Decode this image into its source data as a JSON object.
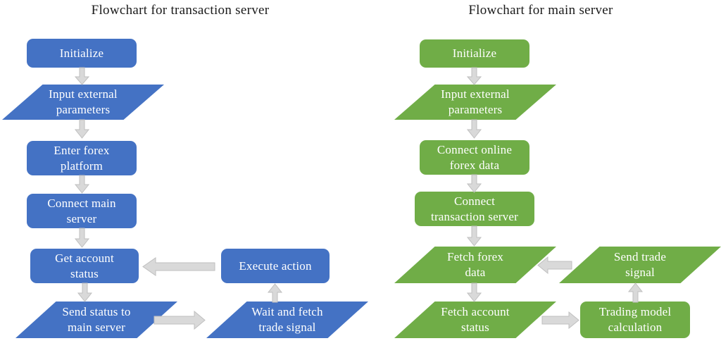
{
  "figure": {
    "background_color": "#ffffff",
    "titles": {
      "left": "Flowchart for transaction server",
      "right": "Flowchart for main server"
    },
    "colors": {
      "transaction_server_fill": "#4472C4",
      "main_server_fill": "#70AD47",
      "node_text": "#ffffff",
      "arrow_fill": "#D9D9D9",
      "arrow_stroke": "#BFBFBF",
      "title_text": "#1a1a1a"
    }
  },
  "left_flowchart": {
    "title": "Flowchart for transaction server",
    "accent": "#4472C4",
    "nodes": [
      {
        "id": "l1",
        "label": "Initialize",
        "shape": "rounded-rect"
      },
      {
        "id": "l2",
        "label": "Input external\nparameters",
        "shape": "parallelogram"
      },
      {
        "id": "l3",
        "label": "Enter forex\nplatform",
        "shape": "rounded-rect"
      },
      {
        "id": "l4",
        "label": "Connect main\nserver",
        "shape": "rounded-rect"
      },
      {
        "id": "l5",
        "label": "Get account\nstatus",
        "shape": "rounded-rect"
      },
      {
        "id": "l6",
        "label": "Send status to\nmain server",
        "shape": "parallelogram"
      },
      {
        "id": "l7",
        "label": "Execute action",
        "shape": "rounded-rect"
      },
      {
        "id": "l8",
        "label": "Wait and fetch\ntrade signal",
        "shape": "parallelogram"
      }
    ],
    "edges": [
      {
        "from": "l1",
        "to": "l2",
        "direction": "down"
      },
      {
        "from": "l2",
        "to": "l3",
        "direction": "down"
      },
      {
        "from": "l3",
        "to": "l4",
        "direction": "down"
      },
      {
        "from": "l4",
        "to": "l5",
        "direction": "down"
      },
      {
        "from": "l5",
        "to": "l6",
        "direction": "down"
      },
      {
        "from": "l6",
        "to": "l8",
        "direction": "right"
      },
      {
        "from": "l8",
        "to": "l7",
        "direction": "up"
      },
      {
        "from": "l7",
        "to": "l5",
        "direction": "left"
      }
    ]
  },
  "right_flowchart": {
    "title": "Flowchart for main server",
    "accent": "#70AD47",
    "nodes": [
      {
        "id": "r1",
        "label": "Initialize",
        "shape": "rounded-rect"
      },
      {
        "id": "r2",
        "label": "Input external\nparameters",
        "shape": "parallelogram"
      },
      {
        "id": "r3",
        "label": "Connect online\nforex data",
        "shape": "rounded-rect"
      },
      {
        "id": "r4",
        "label": "Connect\ntransaction server",
        "shape": "rounded-rect"
      },
      {
        "id": "r5",
        "label": "Fetch forex\ndata",
        "shape": "parallelogram"
      },
      {
        "id": "r6",
        "label": "Fetch account\nstatus",
        "shape": "parallelogram"
      },
      {
        "id": "r7",
        "label": "Send trade\nsignal",
        "shape": "parallelogram"
      },
      {
        "id": "r8",
        "label": "Trading model\ncalculation",
        "shape": "rounded-rect"
      }
    ],
    "edges": [
      {
        "from": "r1",
        "to": "r2",
        "direction": "down"
      },
      {
        "from": "r2",
        "to": "r3",
        "direction": "down"
      },
      {
        "from": "r3",
        "to": "r4",
        "direction": "down"
      },
      {
        "from": "r4",
        "to": "r5",
        "direction": "down"
      },
      {
        "from": "r5",
        "to": "r6",
        "direction": "down"
      },
      {
        "from": "r6",
        "to": "r8",
        "direction": "right"
      },
      {
        "from": "r8",
        "to": "r7",
        "direction": "up"
      },
      {
        "from": "r7",
        "to": "r5",
        "direction": "left"
      }
    ]
  }
}
